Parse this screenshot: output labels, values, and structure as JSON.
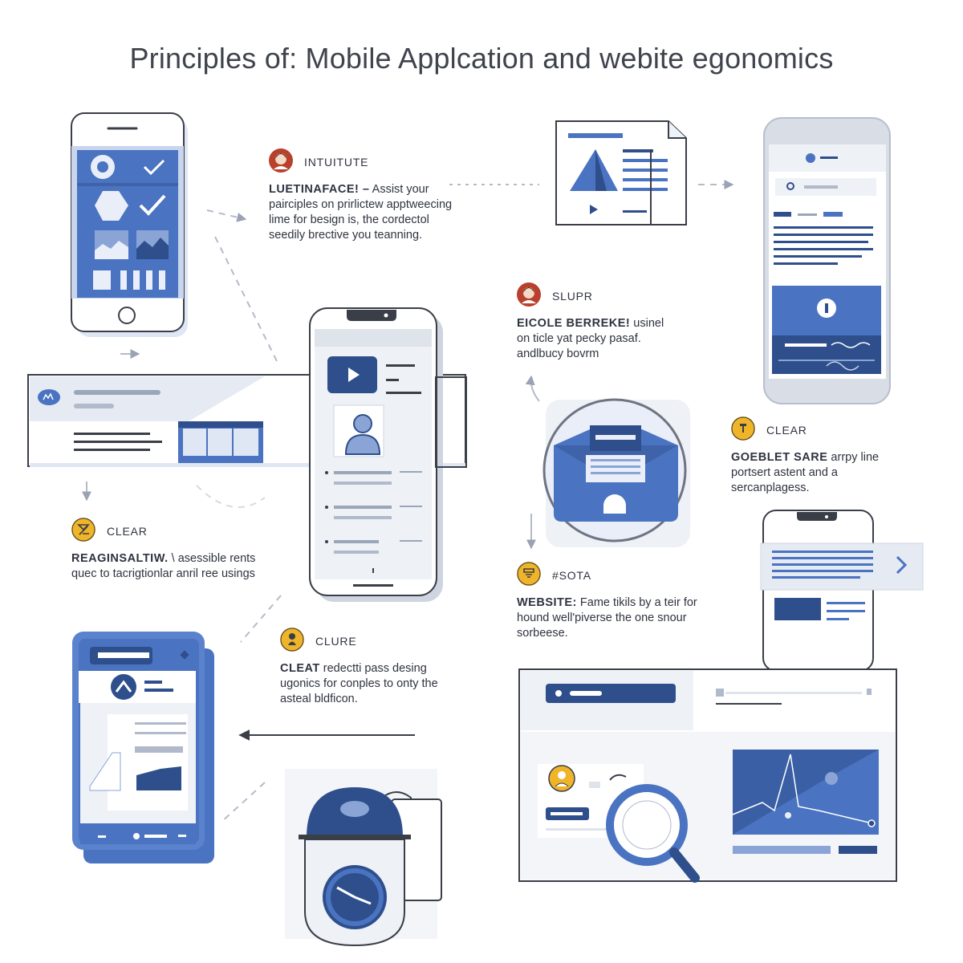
{
  "title": "Principles of: Mobile Applcation and webite egonomics",
  "colors": {
    "primary": "#4a73c1",
    "dark": "#2e4f8c",
    "light": "#dfe6f4",
    "outline": "#3a3e47",
    "accent": "#f0b429",
    "avatar_red": "#b8402c"
  },
  "blocks": [
    {
      "id": "intuitive",
      "icon": "user-avatar-icon",
      "tag": "INTUITUTE",
      "heading": "LUETINAFACE! –",
      "text": " Assist your pairciples on prirlictew apptweecing lime for besign is, the cordectol seedily brective you teanning."
    },
    {
      "id": "slupr",
      "icon": "user-avatar-icon",
      "tag": "SLUPR",
      "heading": "EICOLE BERREKE!",
      "text": " usinel on ticle yat pecky pasaf. andlbucy bovrm"
    },
    {
      "id": "clear-right",
      "icon": "tool-badge-icon",
      "tag": "CLEAR",
      "heading": "GOEBLET SARE",
      "text": " arrpy line portsert astent and a sercanplagess."
    },
    {
      "id": "clear-left",
      "icon": "tool-badge-icon",
      "tag": "CLEAR",
      "heading": "REAGINSALTIW.",
      "text": " \\ asessible rents quec to tacrigtionlar anril ree usings"
    },
    {
      "id": "website",
      "icon": "tool-badge-icon",
      "tag": "#SOTA",
      "heading": "WEBSITE:",
      "text": " Fame tikils by a teir for hound well'piverse the one snour sorbeese."
    },
    {
      "id": "clure",
      "icon": "tool-badge-icon",
      "tag": "CLURE",
      "heading": "CLEAT",
      "text": " redectti pass desing ugonics for conples to onty the asteal bldficon."
    }
  ]
}
